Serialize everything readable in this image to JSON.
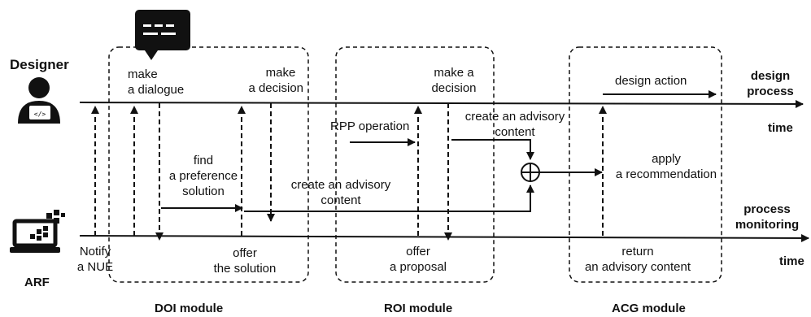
{
  "actors": {
    "designer": "Designer",
    "arf": "ARF"
  },
  "timelines": {
    "design_process": [
      "design",
      "process"
    ],
    "design_time": "time",
    "process_monitoring": [
      "process",
      "monitoring"
    ],
    "monitoring_time": "time"
  },
  "modules": {
    "doi": "DOI module",
    "roi": "ROI module",
    "acg": "ACG module"
  },
  "labels": {
    "make_dialogue": [
      "make",
      "a dialogue"
    ],
    "make_decision_doi": [
      "make",
      "a decision"
    ],
    "find_preference": [
      "find",
      "a preference",
      "solution"
    ],
    "create_advisory_1": [
      "create an advisory",
      "content"
    ],
    "offer_solution": [
      "offer",
      "the solution"
    ],
    "notify_nue": [
      "Notify",
      "a NUE"
    ],
    "make_decision_roi": [
      "make a",
      "decision"
    ],
    "rpp_operation": "RPP operation",
    "create_advisory_2": [
      "create an advisory",
      "content"
    ],
    "offer_proposal": [
      "offer",
      "a proposal"
    ],
    "design_action": "design action",
    "apply_recommendation": [
      "apply",
      "a recommendation"
    ],
    "return_advisory": [
      "return",
      "an advisory content"
    ]
  },
  "colors": {
    "ink": "#111111",
    "background": "#ffffff"
  }
}
